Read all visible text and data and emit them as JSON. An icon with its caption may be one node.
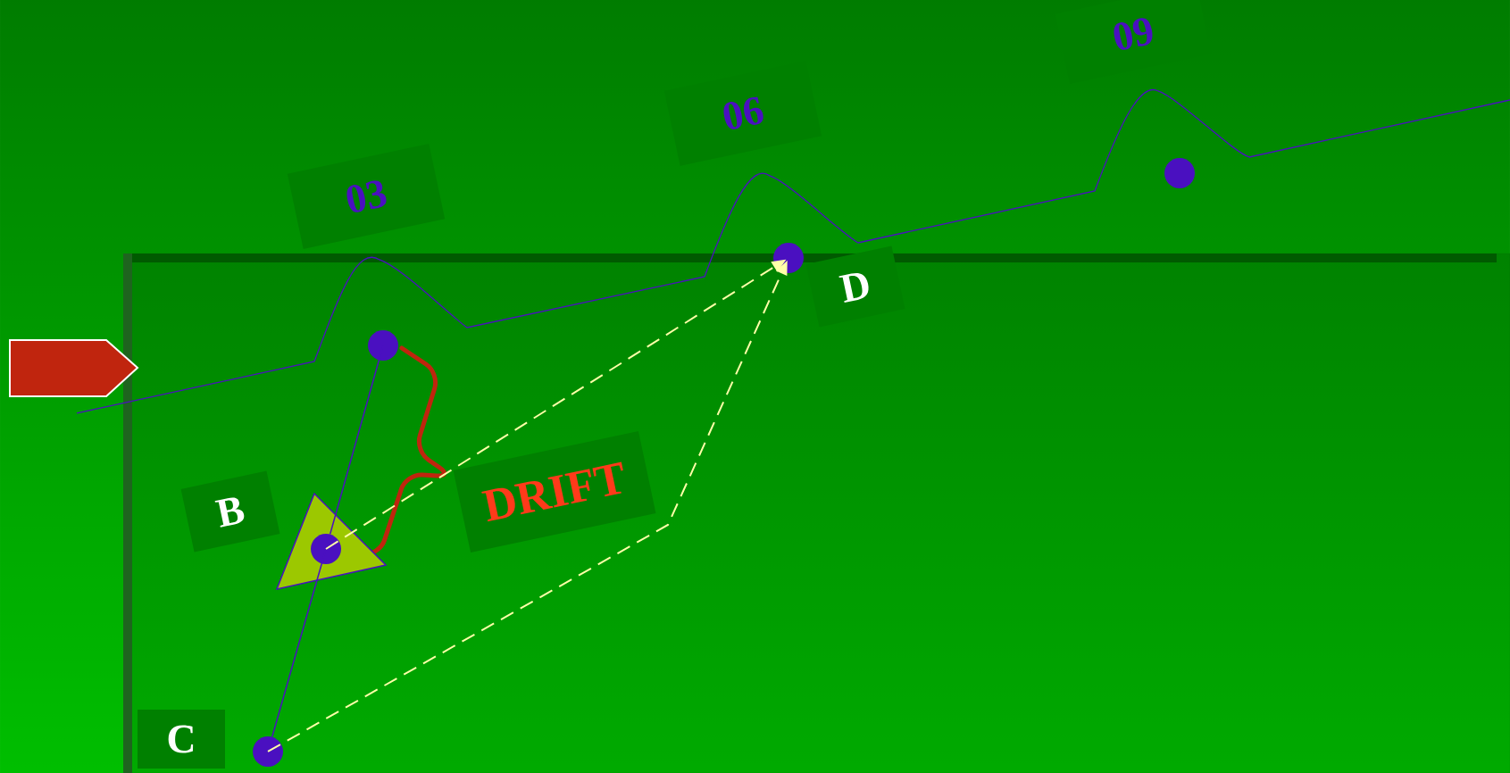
{
  "diagram": {
    "nodes": [
      {
        "text": [
          "03"
        ]
      },
      {
        "text": [
          "06"
        ]
      },
      {
        "text": [
          "09"
        ]
      },
      {
        "text": [
          "B"
        ]
      },
      {
        "text": [
          "C"
        ]
      },
      {
        "text": [
          "D"
        ]
      },
      {
        "text": [
          "DRIFT"
        ]
      },
      {
        "text": [],
        "shape": "pentagon"
      },
      {
        "text": [],
        "shape": "triangle"
      },
      {
        "text": [],
        "shape": "circle"
      },
      {
        "text": [],
        "shape": "circle",
        "in": 8
      },
      {
        "text": [],
        "shape": "circle"
      },
      {
        "text": [],
        "shape": "circle"
      },
      {
        "text": [],
        "shape": "circle"
      }
    ],
    "edges": [
      {
        "from": 9,
        "to": 10,
        "arrow": "none",
        "color": "#4a10c0"
      },
      {
        "from": 10,
        "to": 11,
        "arrow": "none",
        "color": "#4a10c0"
      },
      {
        "from": 10,
        "to": 12,
        "arrow": "to",
        "style": "dashed",
        "color": "#ffffa8"
      },
      {
        "from": 11,
        "to": 12,
        "arrow": "to",
        "style": "dashed",
        "color": "#ffffa8"
      }
    ]
  }
}
